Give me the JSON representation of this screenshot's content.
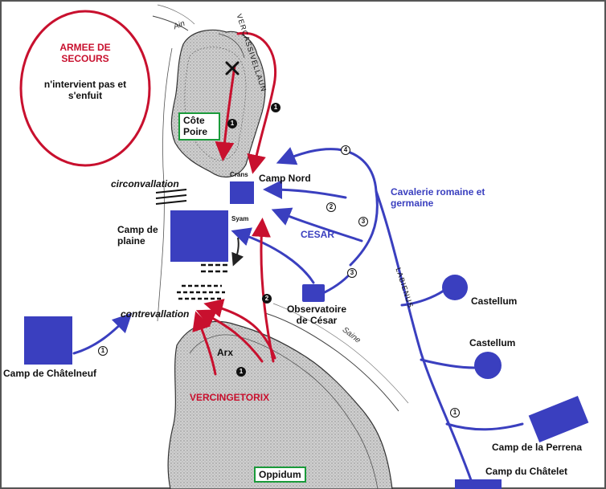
{
  "labels": {
    "armee_title": "ARMEE DE SECOURS",
    "armee_note": "n'intervient pas et s'enfuit",
    "cote_poire": "Côte Poire",
    "crans": "Crans",
    "camp_nord": "Camp Nord",
    "circonvallation": "circonvallation",
    "camp_plaine": "Camp de plaine",
    "syam": "Syam",
    "cesar": "CESAR",
    "cavalerie": "Cavalerie romaine et germaine",
    "observatoire": "Observatoire de César",
    "contrevallation": "contrevallation",
    "camp_chatelneuf": "Camp de Châtelneuf",
    "arx": "Arx",
    "vercingetorix": "VERCINGETORIX",
    "castellum1": "Castellum",
    "castellum2": "Castellum",
    "camp_perrena": "Camp de la Perrena",
    "camp_chatelet": "Camp du Châtelet",
    "oppidum": "Oppidum",
    "vercassivellaun": "VERCASSIVELLAUN",
    "labienus": "LABIENUS",
    "river_ain": "Ain",
    "river_saine": "Saine"
  },
  "markers": {
    "n1": "1",
    "n2": "2",
    "n3": "3",
    "n4": "4"
  },
  "colors": {
    "roman_blue": "#3a3fbf",
    "gaul_red": "#c8102e",
    "highlight_green": "#1a9a3a"
  }
}
